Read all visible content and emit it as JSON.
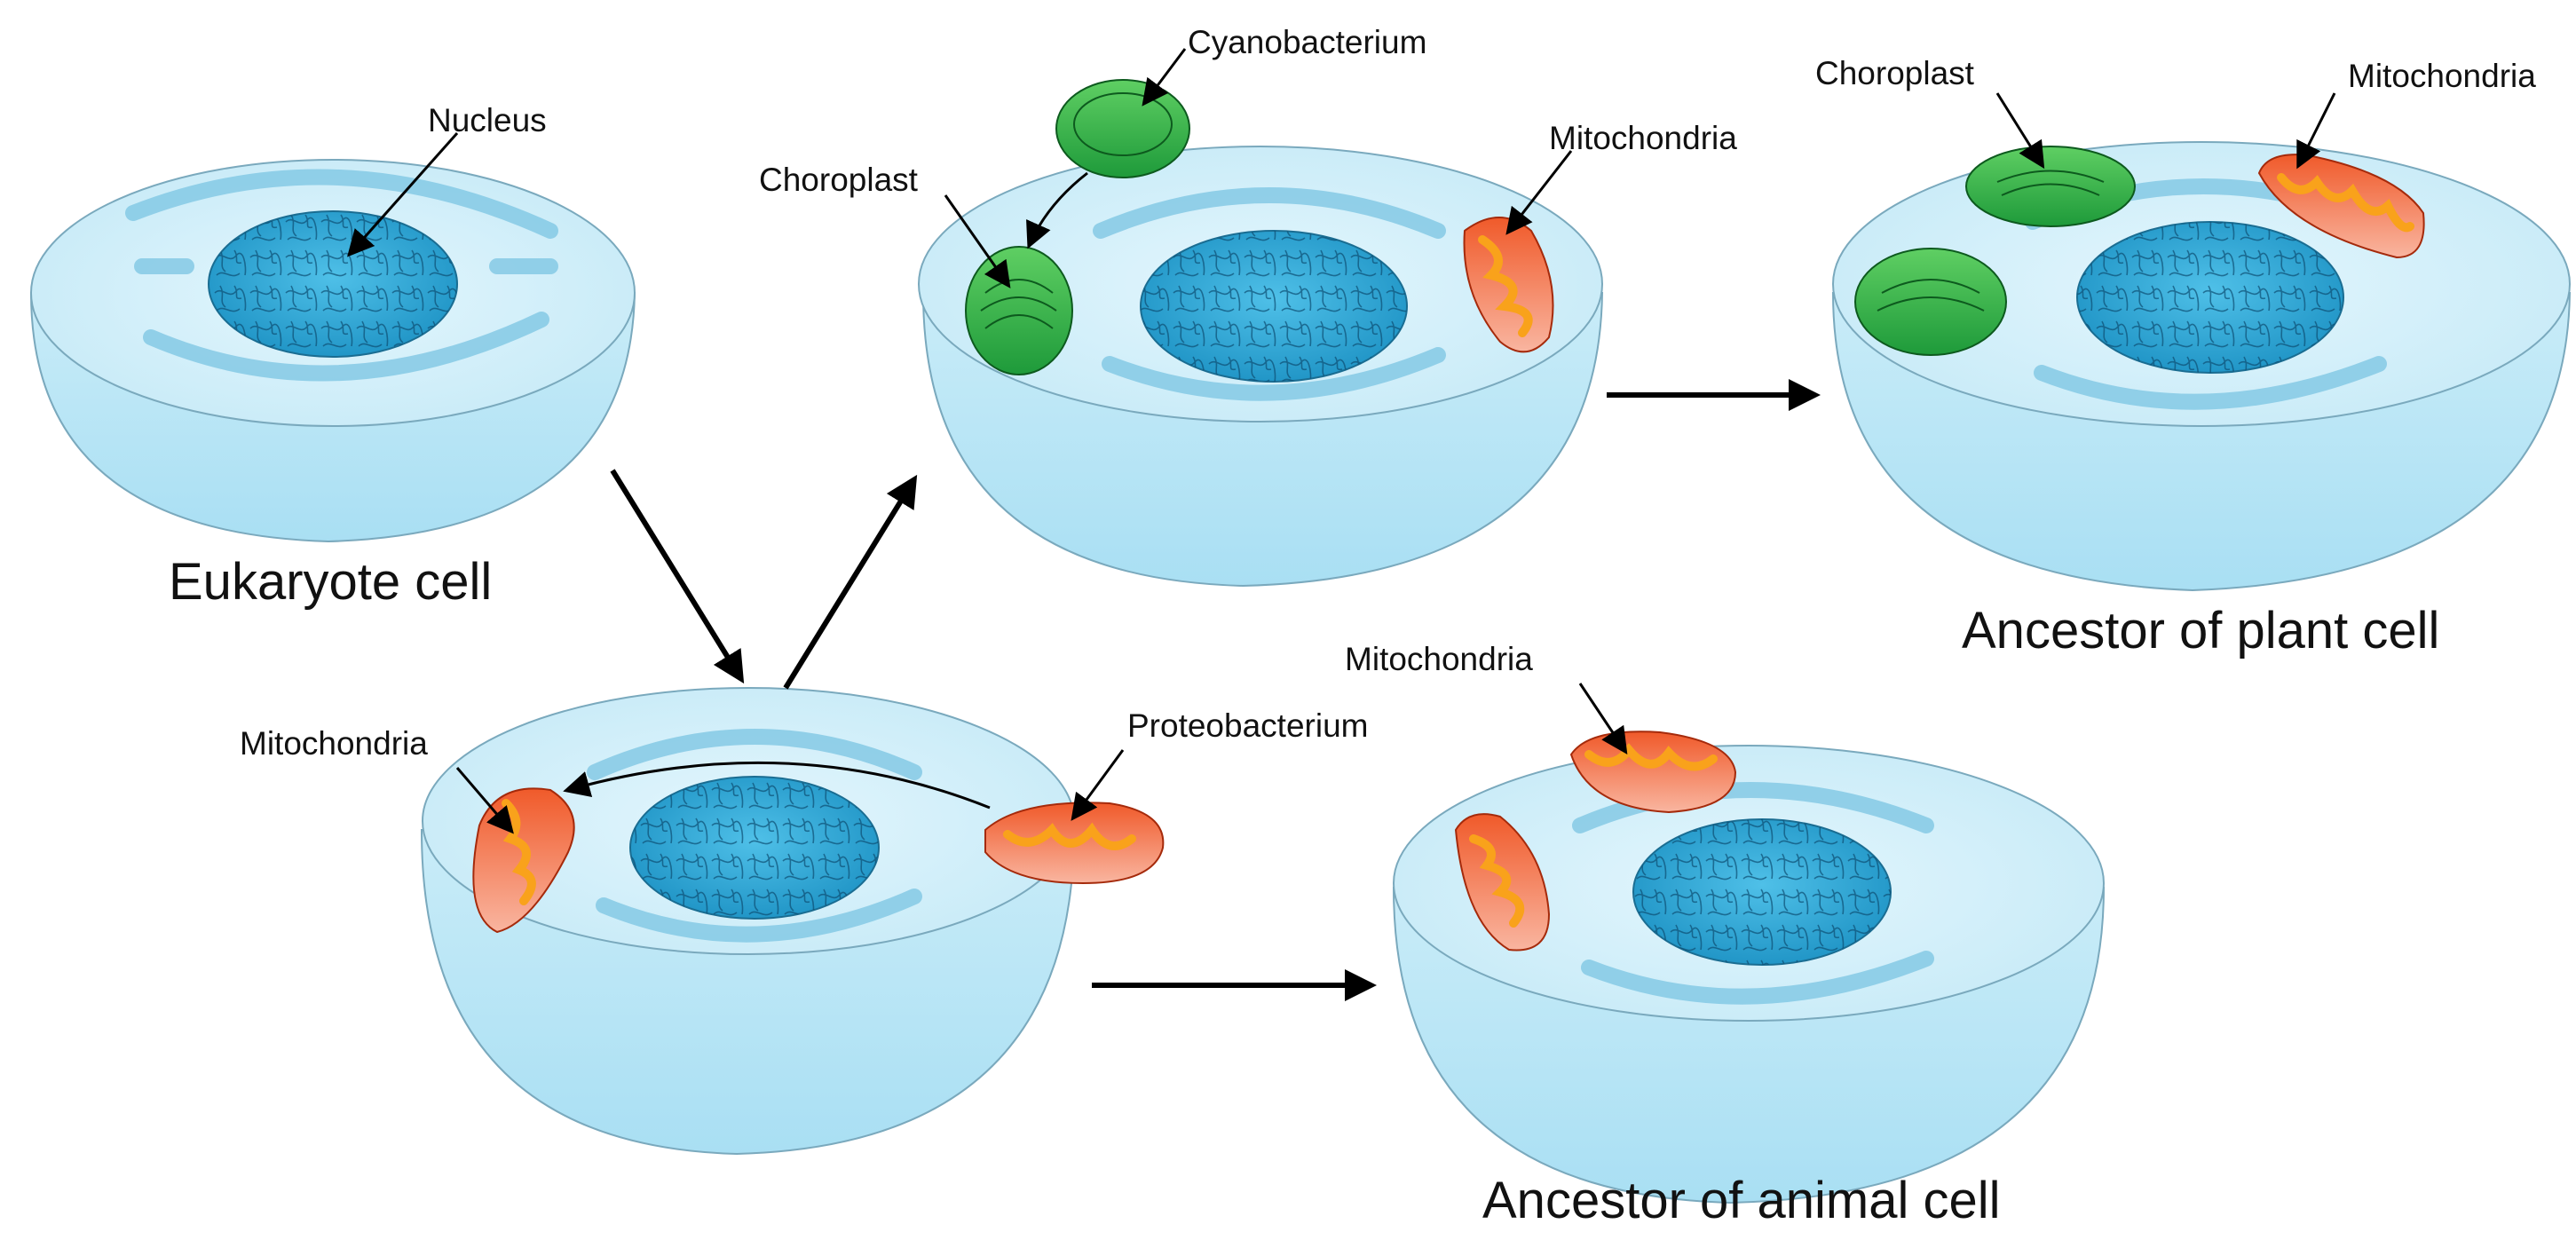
{
  "captions": {
    "eukaryote": "Eukaryote cell",
    "plant_ancestor": "Ancestor of plant cell",
    "animal_ancestor": "Ancestor of animal cell"
  },
  "labels": {
    "nucleus": "Nucleus",
    "cyanobacterium": "Cyanobacterium",
    "choroplast_top": "Choroplast",
    "mitochondria_top": "Mitochondria",
    "choroplast_plant": "Choroplast",
    "mitochondria_plant": "Mitochondria",
    "mitochondria_bottom": "Mitochondria",
    "proteobacterium": "Proteobacterium",
    "mitochondria_animal": "Mitochondria"
  },
  "colors": {
    "cell_fill": "#bde6f6",
    "cell_top": "#d4f0fb",
    "nucleus": "#2fa7d6",
    "chloroplast": "#3bb54a",
    "mitochondria": "#ef4a23",
    "mitochondria_inner": "#f9a21b",
    "arrow": "#000000"
  }
}
